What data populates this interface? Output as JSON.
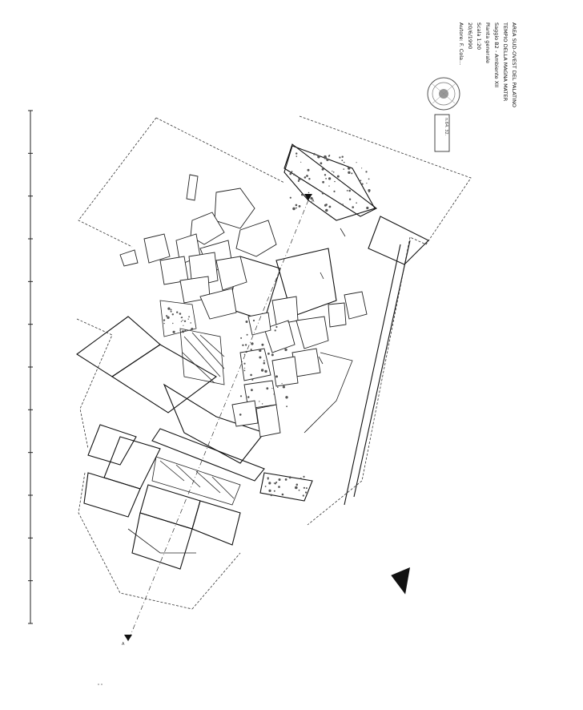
{
  "title_block": {
    "lines": [
      "AREA SUD-OVEST DEL PALATINO",
      "TEMPIO DELLA MAGNA MATER",
      "Saggio B2 - Ambiente XII",
      "Pianta generale",
      "Scala 1:20",
      "20/6/1990",
      "Autore: F. Cola..."
    ],
    "sheet_no": "n.64. 32."
  },
  "section_labels": {
    "start": "A",
    "end": "A"
  },
  "scale_bar": {
    "ticks": 12
  },
  "north_arrow": {
    "present": true
  }
}
